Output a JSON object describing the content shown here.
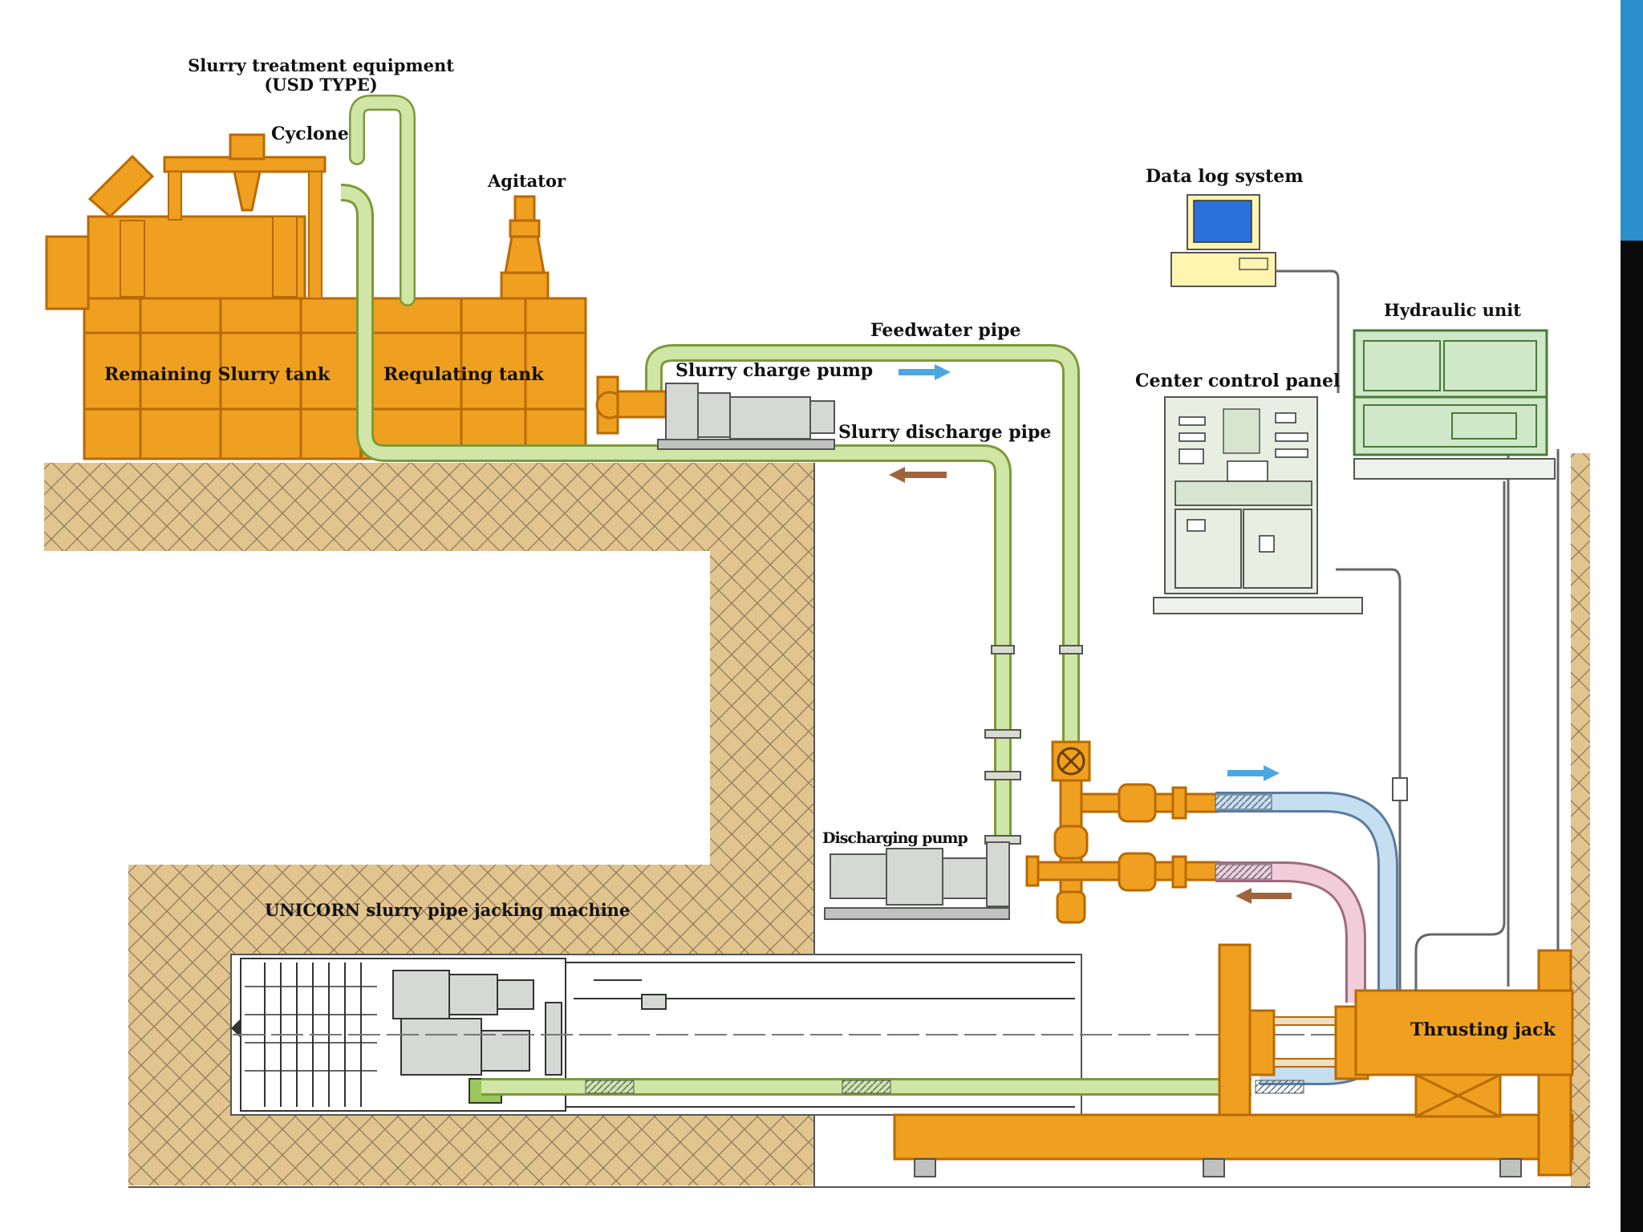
{
  "labels": {
    "slurry_treatment": "Slurry treatment equipment",
    "usd_type": "(USD TYPE)",
    "cyclone": "Cyclone",
    "agitator": "Agitator",
    "remaining_tank": "Remaining Slurry tank",
    "regulating_tank": "Requlating tank",
    "charge_pump": "Slurry charge pump",
    "feedwater_pipe": "Feedwater pipe",
    "discharge_pipe": "Slurry discharge pipe",
    "data_log": "Data log system",
    "hydraulic_unit": "Hydraulic unit",
    "center_panel": "Center control panel",
    "discharging_pump": "Discharging pump",
    "unicorn": "UNICORN slurry pipe jacking machine",
    "thrusting_jack": "Thrusting jack"
  },
  "colors": {
    "orange": "#f0a020",
    "orange_dark": "#b86a00",
    "pipe_green": "#cfe6a6",
    "pipe_blue": "#c5def0",
    "pipe_pink": "#f0cdd8",
    "soil": "#e2c48e",
    "flow_in": "#4aa8e0",
    "flow_out": "#a0643c",
    "panel_green": "#cfe8c8",
    "tab_blue": "#2b8fcc"
  }
}
